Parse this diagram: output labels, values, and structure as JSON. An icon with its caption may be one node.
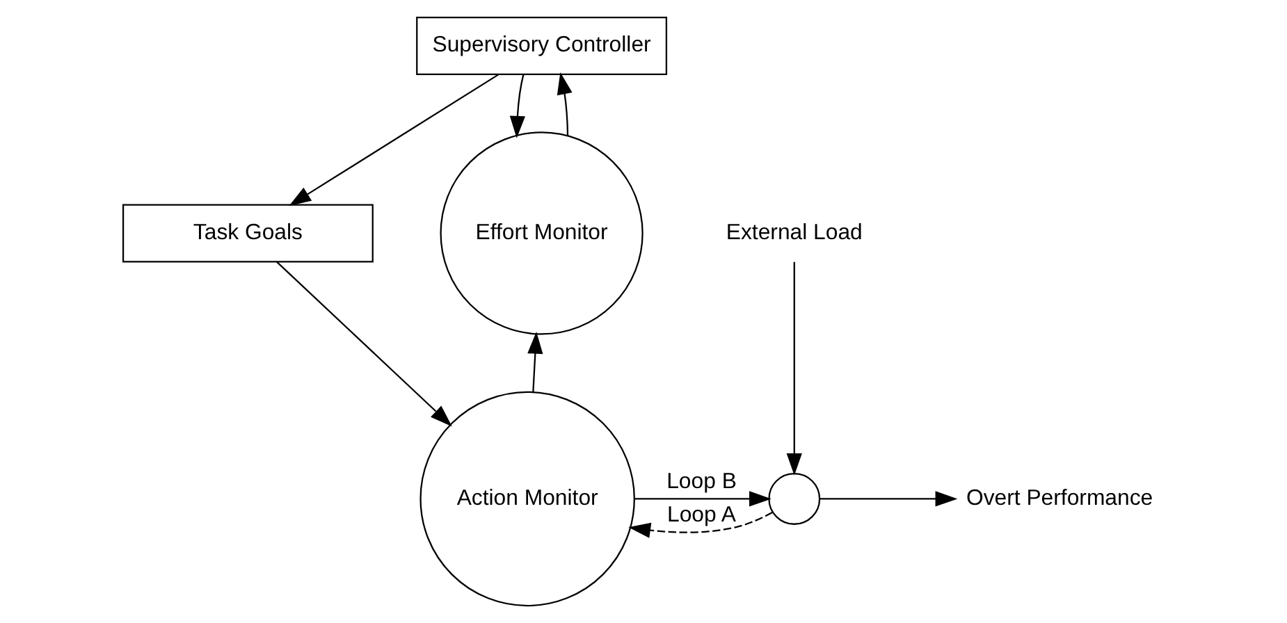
{
  "diagram": {
    "nodes": [
      {
        "text": [
          "Supervisory Controller"
        ]
      },
      {
        "text": [
          "Task Goals"
        ]
      },
      {
        "text": [
          "Effort Monitor"
        ]
      },
      {
        "text": [
          "External Load"
        ]
      },
      {
        "text": [
          "Action Monitor"
        ]
      },
      {
        "text": [],
        "shape": "circle"
      },
      {
        "text": [
          "Overt Performance"
        ]
      }
    ],
    "edges": [
      {
        "from": 0,
        "to": 1,
        "arrow": "to"
      },
      {
        "from": 0,
        "to": 2,
        "arrow": "to"
      },
      {
        "from": 2,
        "to": 0,
        "arrow": "to"
      },
      {
        "from": 1,
        "to": 4,
        "arrow": "to"
      },
      {
        "from": 4,
        "to": 5,
        "label": "Loop B",
        "arrow": "to"
      },
      {
        "from": 4,
        "to": 2,
        "arrow": "to"
      },
      {
        "from": 3,
        "to": 5,
        "arrow": "to"
      },
      {
        "from": 5,
        "to": 6,
        "arrow": "to"
      },
      {
        "from": 5,
        "to": 4,
        "label": "Loop A",
        "arrow": "to",
        "style": "dashed"
      }
    ]
  }
}
